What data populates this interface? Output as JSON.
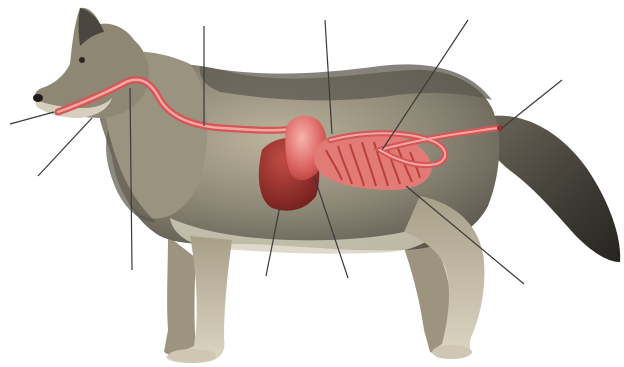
{
  "diagram": {
    "subject": "wolf-digestive-system",
    "labels": [],
    "colors": {
      "background": "#ffffff",
      "fur_dark": "#4b4740",
      "fur_mid": "#8d8776",
      "fur_light": "#d6cfbd",
      "legs": "#c9c1ad",
      "organ_light": "#ef8d8d",
      "organ_mid": "#d45656",
      "organ_dark": "#9c2c2a",
      "leader_line": "#3a3a3a"
    },
    "parts": [
      {
        "id": "mouth"
      },
      {
        "id": "esophagus"
      },
      {
        "id": "liver"
      },
      {
        "id": "stomach"
      },
      {
        "id": "small-intestine"
      },
      {
        "id": "large-intestine"
      },
      {
        "id": "anus"
      }
    ],
    "leader_line_count": 10
  }
}
